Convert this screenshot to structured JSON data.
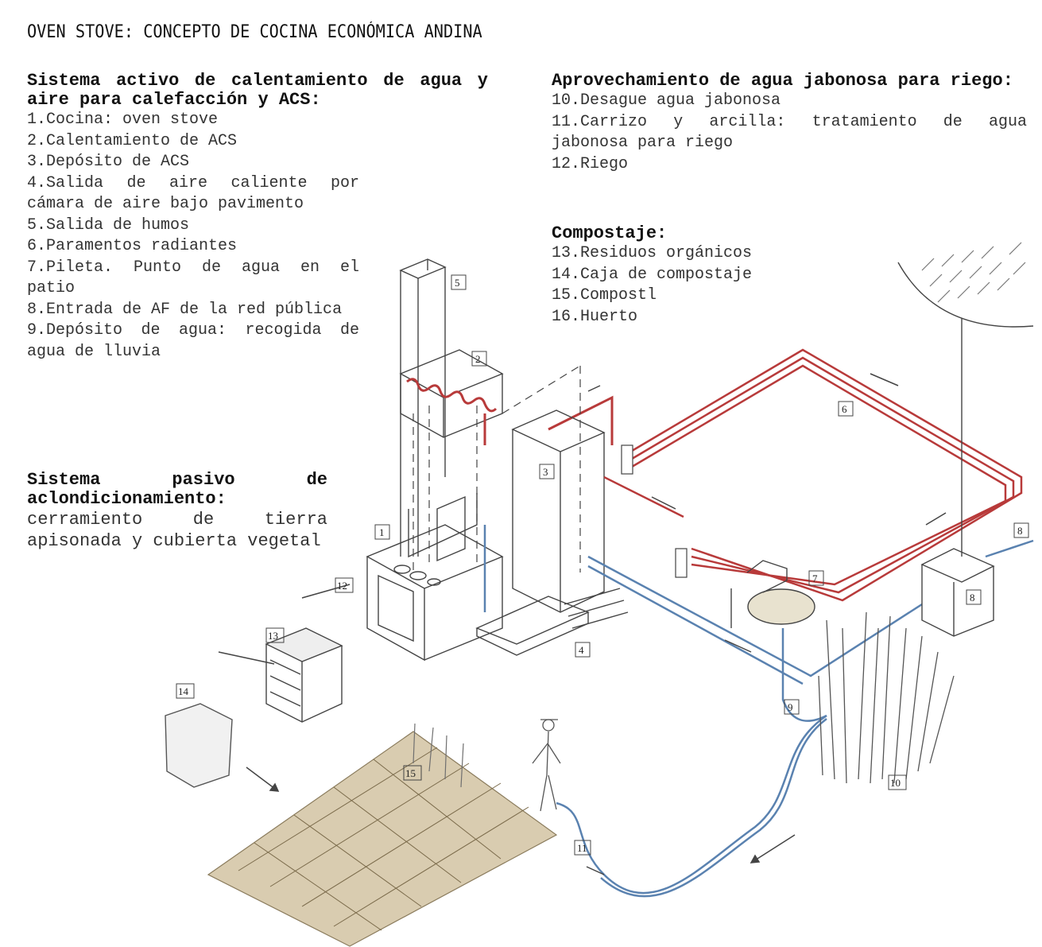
{
  "title": "OVEN STOVE: CONCEPTO DE COCINA ECONÓMICA ANDINA",
  "active_system": {
    "heading": "Sistema activo de calentamiento de agua y aire para calefacción y ACS:",
    "items": [
      "1.Cocina: oven stove",
      "2.Calentamiento de ACS",
      "3.Depósito de ACS",
      "4.Salida de aire caliente por cámara de aire bajo pavimento",
      "5.Salida de humos",
      "6.Paramentos radiantes",
      "7.Pileta. Punto de agua en el patio",
      "8.Entrada de AF de la red pública",
      "9.Depósito de agua: recogida de agua de lluvia"
    ]
  },
  "passive_system": {
    "heading": "Sistema pasivo de aclondicionamiento:",
    "text": "cerramiento de tierra apisonada y cubierta vegetal"
  },
  "soapy_water": {
    "heading": "Aprovechamiento de agua jabonosa para riego:",
    "items": [
      "10.Desague agua jabonosa",
      "11.Carrizo y arcilla: tratamiento de agua jabonosa para riego",
      "12.Riego"
    ]
  },
  "compost": {
    "heading": "Compostaje:",
    "items": [
      "13.Residuos orgánicos",
      "14.Caja de compostaje",
      "15.Compostl",
      "16.Huerto"
    ]
  },
  "callouts": [
    "1",
    "2",
    "3",
    "4",
    "5",
    "6",
    "7",
    "8",
    "9",
    "10",
    "11",
    "12",
    "13",
    "14",
    "15"
  ],
  "colors": {
    "hot_pipe": "#b83a3a",
    "cold_pipe": "#5a82b0",
    "line": "#444444",
    "soil": "#d9ccb0"
  }
}
